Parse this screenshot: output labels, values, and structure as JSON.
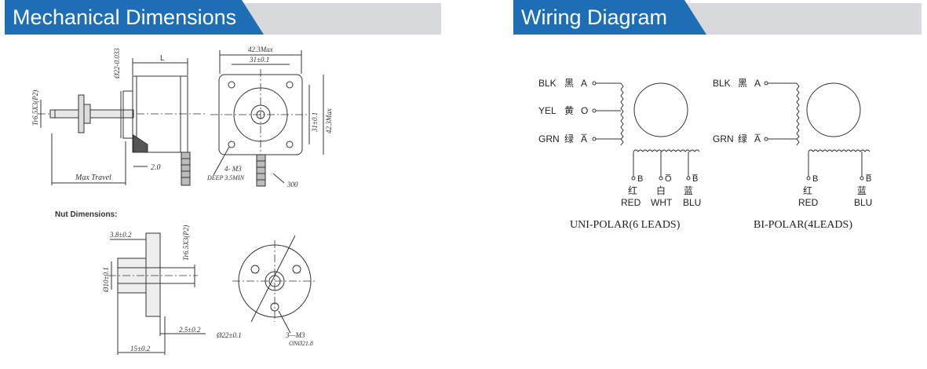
{
  "sections": {
    "mechanical": {
      "title": "Mechanical Dimensions"
    },
    "wiring": {
      "title": "Wiring Diagram"
    }
  },
  "mechanical_drawing": {
    "dim_L": "L",
    "dim_shaft_thread": "Tr6.5X3(P2)",
    "dim_boss": "Ø22-0.033",
    "dim_2_0": "2.0",
    "dim_max_travel": "Max Travel",
    "dim_42_3max_top": "42.3Max",
    "dim_31_1_top": "31±0.1",
    "dim_31_1_side": "31±0.1",
    "dim_42_3max_side": "42.3Max",
    "dim_m3": "4- M3",
    "dim_deep": "DEEP 3.5MIN",
    "dim_300": "300"
  },
  "nut_drawing": {
    "label": "Nut Dimensions:",
    "dim_3_8": "3.8±0.2",
    "dim_thread": "Tr6.5X3(P2)",
    "dim_10": "Ø10±0.1",
    "dim_2_5": "2.5±0.2",
    "dim_15": "15±0.2",
    "dim_22": "Ø22±0.1",
    "dim_3m3": "3—M3",
    "dim_on": "ONØ21.8"
  },
  "wiring": {
    "uni": {
      "leads": [
        {
          "en": "BLK",
          "cn": "黑",
          "sig": "A"
        },
        {
          "en": "YEL",
          "cn": "黄",
          "sig": "O"
        },
        {
          "en": "GRN",
          "cn": "绿",
          "sig": "A̅"
        }
      ],
      "bottom": [
        {
          "sig": "B",
          "cn": "红",
          "en": "RED"
        },
        {
          "sig": "O̅",
          "cn": "白",
          "en": "WHT"
        },
        {
          "sig": "B̅",
          "cn": "蓝",
          "en": "BLU"
        }
      ],
      "caption": "UNI-POLAR(6 LEADS)"
    },
    "bi": {
      "leads": [
        {
          "en": "BLK",
          "cn": "黑",
          "sig": "A"
        },
        {
          "en": "GRN",
          "cn": "绿",
          "sig": "A̅"
        }
      ],
      "bottom": [
        {
          "sig": "B",
          "cn": "红",
          "en": "RED"
        },
        {
          "sig": "B̅",
          "cn": "蓝",
          "en": "BLU"
        }
      ],
      "caption": "BI-POLAR(4LEADS)"
    }
  }
}
